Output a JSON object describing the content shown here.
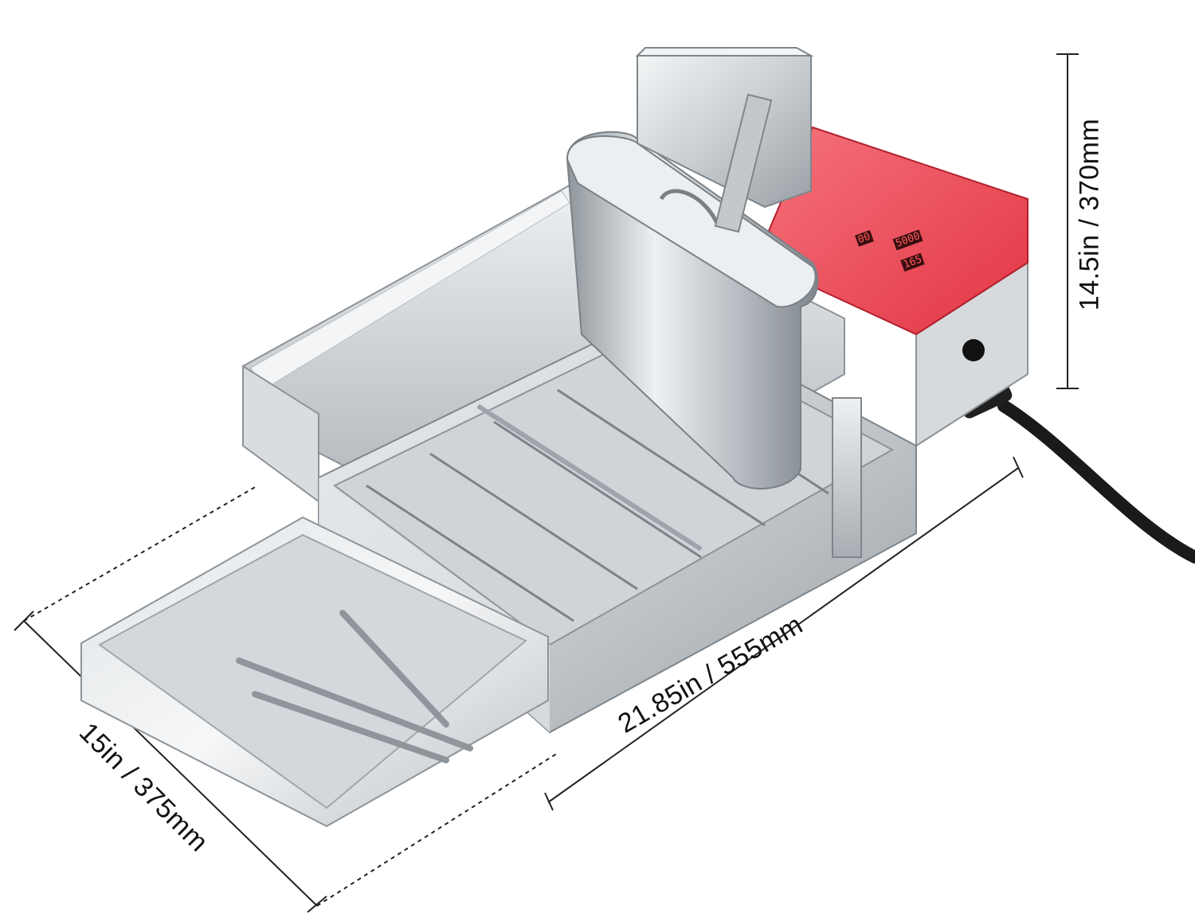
{
  "dimensions": {
    "length": "21.85in / 555mm",
    "width": "15in / 375mm",
    "height": "14.5in / 370mm"
  },
  "control_panel": {
    "readout_1": "00",
    "readout_2": "5000",
    "readout_3": "165"
  },
  "colors": {
    "background": "#ffffff",
    "steel_light": "#e9ecee",
    "steel_mid": "#c3c8cc",
    "steel_dark": "#8d9398",
    "panel_red": "#f0424f",
    "cord": "#1a1a1a",
    "dimension_line": "#222222"
  }
}
